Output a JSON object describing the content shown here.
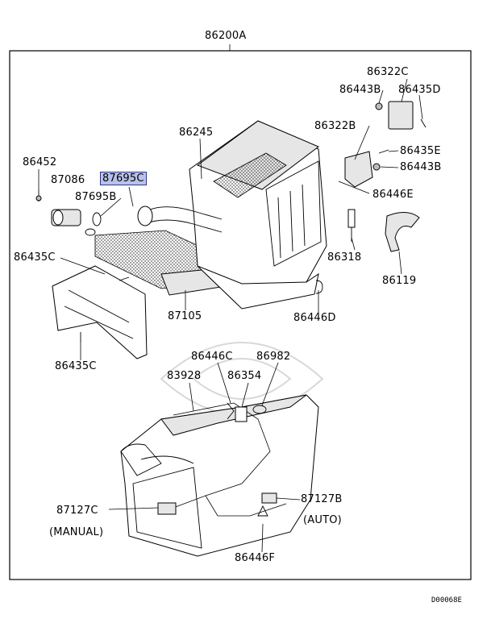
{
  "assembly": {
    "top_label": "86200A"
  },
  "callouts": {
    "c86322C": "86322C",
    "c86443B_top": "86443B",
    "c86435D": "86435D",
    "c86322B": "86322B",
    "c86435E": "86435E",
    "c86443B_right": "86443B",
    "c86446E": "86446E",
    "c86245": "86245",
    "c86452": "86452",
    "c87086": "87086",
    "c87695C": "87695C",
    "c87695B": "87695B",
    "c86318": "86318",
    "c86119": "86119",
    "c86435C_top": "86435C",
    "c87105": "87105",
    "c86446D": "86446D",
    "c86435C_bottom": "86435C",
    "c86446C": "86446C",
    "c86982": "86982",
    "c83928": "83928",
    "c86354": "86354",
    "c87127C": "87127C",
    "c87127B": "87127B",
    "manual": "(MANUAL)",
    "auto": "(AUTO)",
    "c86446F": "86446F"
  },
  "highlight": {
    "part": "87695C",
    "color": "#b9c1ea"
  },
  "drawing_code": "D00068E"
}
